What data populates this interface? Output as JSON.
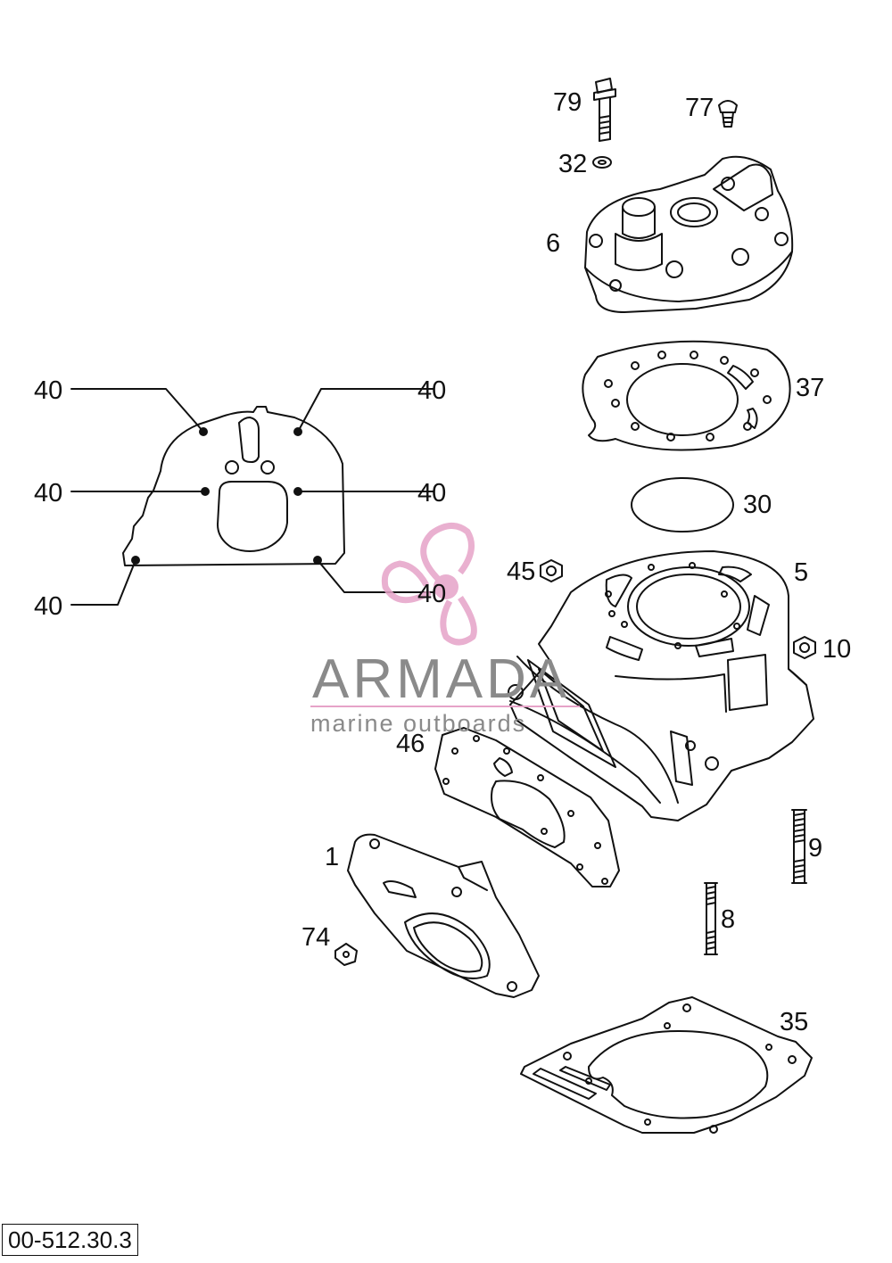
{
  "callouts": {
    "c79": "79",
    "c77": "77",
    "c32": "32",
    "c6": "6",
    "c37": "37",
    "c30": "30",
    "c45": "45",
    "c5": "5",
    "c10": "10",
    "c46": "46",
    "c9": "9",
    "c1": "1",
    "c8": "8",
    "c74": "74",
    "c35": "35",
    "c40": "40"
  },
  "watermark": {
    "brand": "ARMADA",
    "tagline": "marine outboards",
    "accent": "#e6a3c8"
  },
  "reference": "00-512.30.3"
}
